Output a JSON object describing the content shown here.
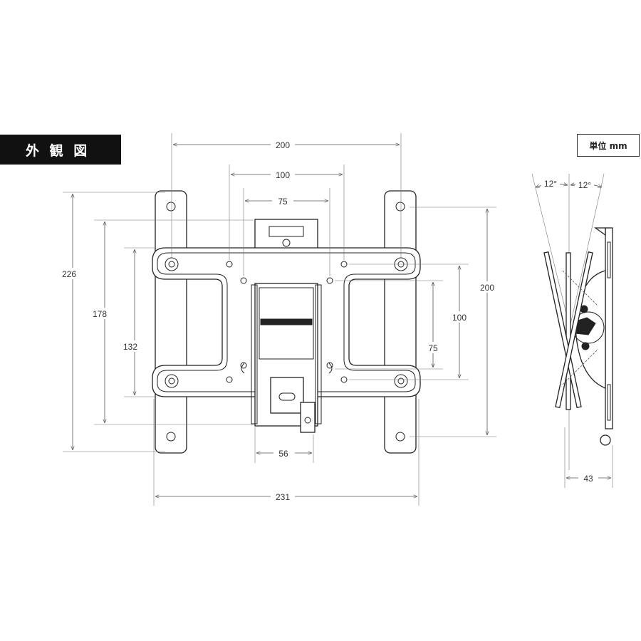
{
  "header": {
    "title": "外 観 図"
  },
  "unit_label": "単位 mm",
  "dimensions": {
    "top_200": "200",
    "top_100": "100",
    "top_75": "75",
    "left_226": "226",
    "left_178": "178",
    "left_132": "132",
    "right_200": "200",
    "right_100": "100",
    "right_75": "75",
    "bottom_56": "56",
    "bottom_231": "231",
    "side_43": "43",
    "tilt_left": "12°",
    "tilt_right": "12°"
  }
}
